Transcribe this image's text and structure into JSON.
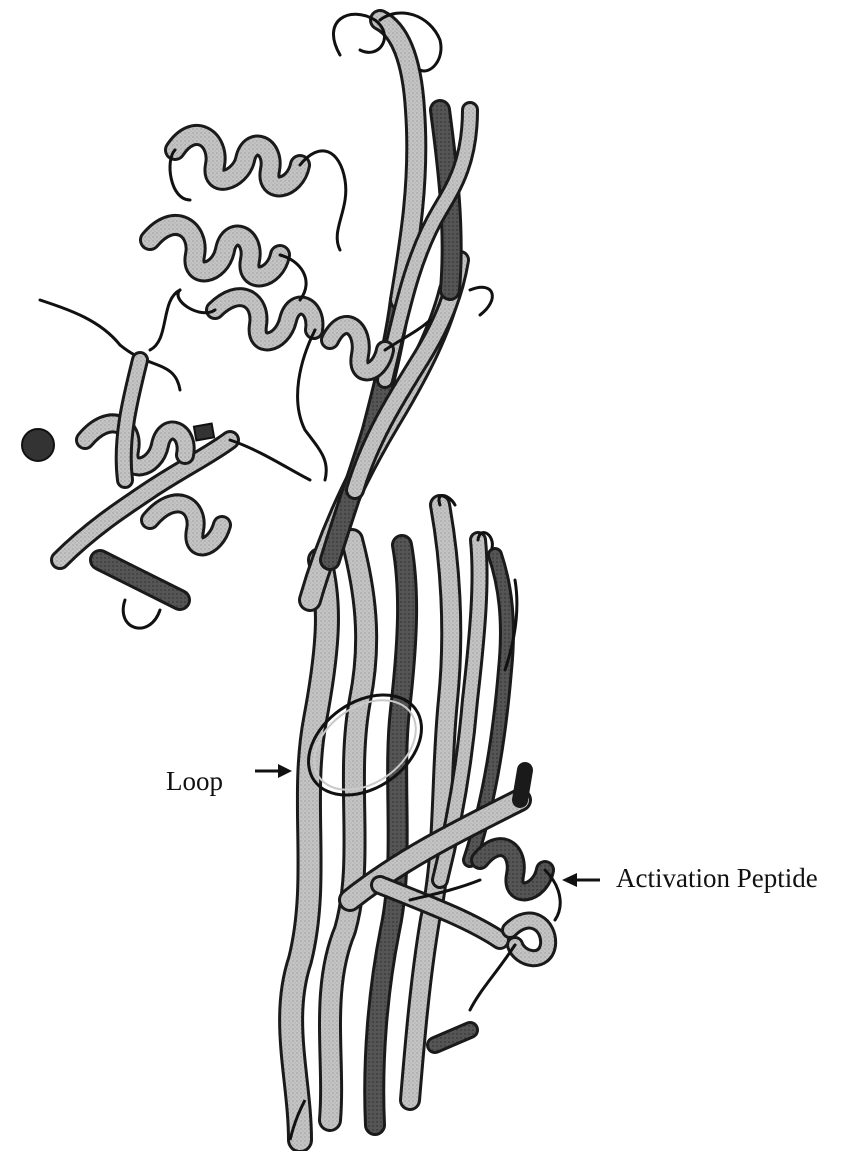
{
  "figure": {
    "subject": "protein ribbon structure",
    "colors": {
      "ribbon_fill": "#c9c9c9",
      "ribbon_shadow": "#3a3a3a",
      "ribbon_light": "#ececec",
      "outline": "#111111",
      "background": "#ffffff"
    }
  },
  "annotations": {
    "loop": {
      "label": "Loop",
      "arrow_direction": "right"
    },
    "activation_peptide": {
      "label": "Activation Peptide",
      "arrow_direction": "left"
    }
  }
}
